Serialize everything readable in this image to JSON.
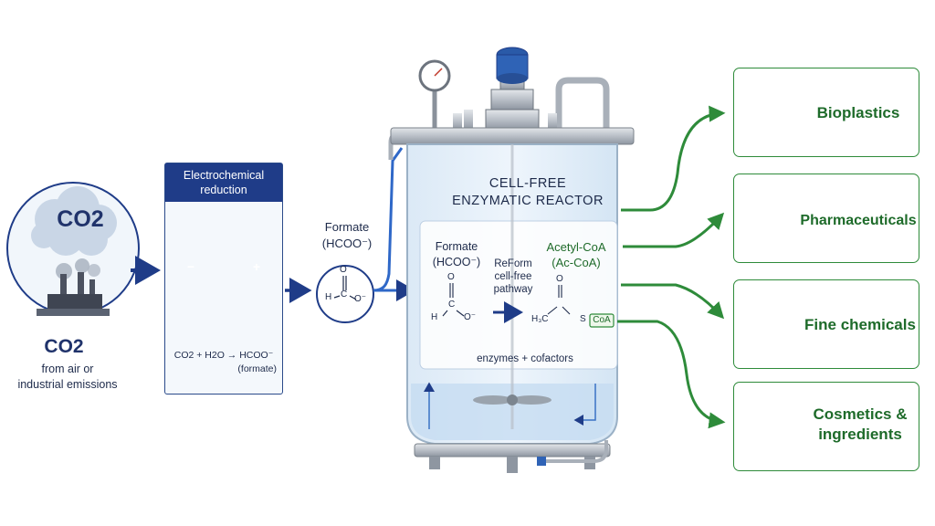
{
  "source": {
    "cloud_label": "CO2",
    "label": "CO2",
    "description_line1": "from air or",
    "description_line2": "industrial emissions"
  },
  "electrochemical": {
    "title_line1": "Electrochemical",
    "title_line2": "reduction",
    "electrode_negative": "−",
    "electrode_positive": "+",
    "power_symbol": "⚡",
    "equation": "CO2 + H2O → HCOO⁻",
    "equation_note": "(formate)"
  },
  "formate": {
    "name": "Formate",
    "formula": "(HCOO⁻)",
    "struct_o": "O",
    "struct_h": "H",
    "struct_c": "C",
    "struct_o_minus": "O⁻"
  },
  "reactor": {
    "title_line1": "CELL-FREE",
    "title_line2": "ENZYMATIC REACTOR",
    "input_name": "Formate",
    "input_formula": "(HCOO⁻)",
    "in_struct_o": "O",
    "in_struct_h": "H",
    "in_struct_c": "C",
    "in_struct_o_minus": "O⁻",
    "pathway_line1": "ReForm",
    "pathway_line2": "cell-free",
    "pathway_line3": "pathway",
    "output_name": "Acetyl-CoA",
    "output_abbrev": "(Ac-CoA)",
    "out_struct_o": "O",
    "out_struct_h3c": "H₃C",
    "out_struct_s": "S",
    "out_struct_coa": "CoA",
    "cofactors": "enzymes + cofactors"
  },
  "products": [
    {
      "label_line1": "Bioplastics",
      "label_line2": ""
    },
    {
      "label_line1": "Pharmaceuticals",
      "label_line2": ""
    },
    {
      "label_line1": "Fine chemicals",
      "label_line2": ""
    },
    {
      "label_line1": "Cosmetics &",
      "label_line2": "ingredients"
    }
  ],
  "colors": {
    "navy": "#1f3c88",
    "arrow_blue": "#1f3c88",
    "green": "#2e8b3a",
    "text_dark": "#1d2a4a",
    "glass_blue": "#cfe3f5"
  },
  "icons": [
    "factory-icon",
    "cloud-icon",
    "gauge-icon",
    "valve-icon",
    "bottle-icon",
    "pill-bottle-icon",
    "flask-icon",
    "cosmetic-jar-icon",
    "leaf-icon",
    "recycle-icon"
  ]
}
